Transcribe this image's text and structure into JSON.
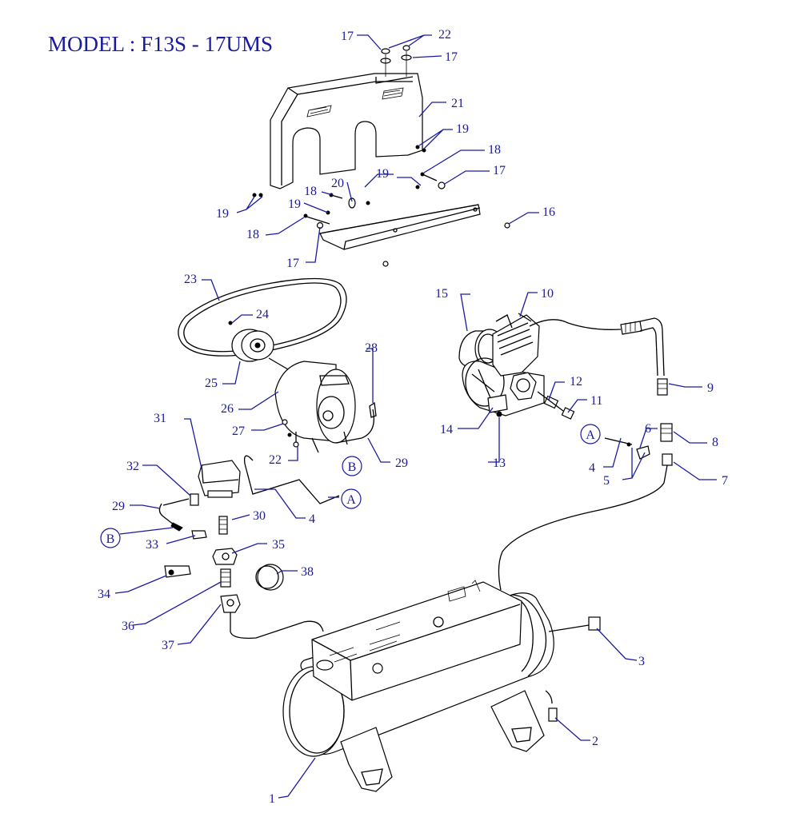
{
  "title": "MODEL : F13S - 17UMS",
  "callouts": {
    "c1": "1",
    "c2": "2",
    "c3": "3",
    "c4a": "4",
    "c4b": "4",
    "c5": "5",
    "c6": "6",
    "c7": "7",
    "c8": "8",
    "c9": "9",
    "c10": "10",
    "c11": "11",
    "c12": "12",
    "c13": "13",
    "c14": "14",
    "c15": "15",
    "c16": "16",
    "c17a": "17",
    "c17b": "17",
    "c17c": "17",
    "c17d": "17",
    "c18a": "18",
    "c18b": "18",
    "c18c": "18",
    "c19a": "19",
    "c19b": "19",
    "c19c": "19",
    "c19d": "19",
    "c20": "20",
    "c21": "21",
    "c22a": "22",
    "c22b": "22",
    "c23": "23",
    "c24": "24",
    "c25": "25",
    "c26": "26",
    "c27": "27",
    "c28": "28",
    "c29a": "29",
    "c29b": "29",
    "c30": "30",
    "c31": "31",
    "c32": "32",
    "c33": "33",
    "c34": "34",
    "c35": "35",
    "c36": "36",
    "c37": "37",
    "c38": "38"
  },
  "connectors": {
    "a1": "A",
    "a2": "A",
    "b1": "B",
    "b2": "B"
  }
}
